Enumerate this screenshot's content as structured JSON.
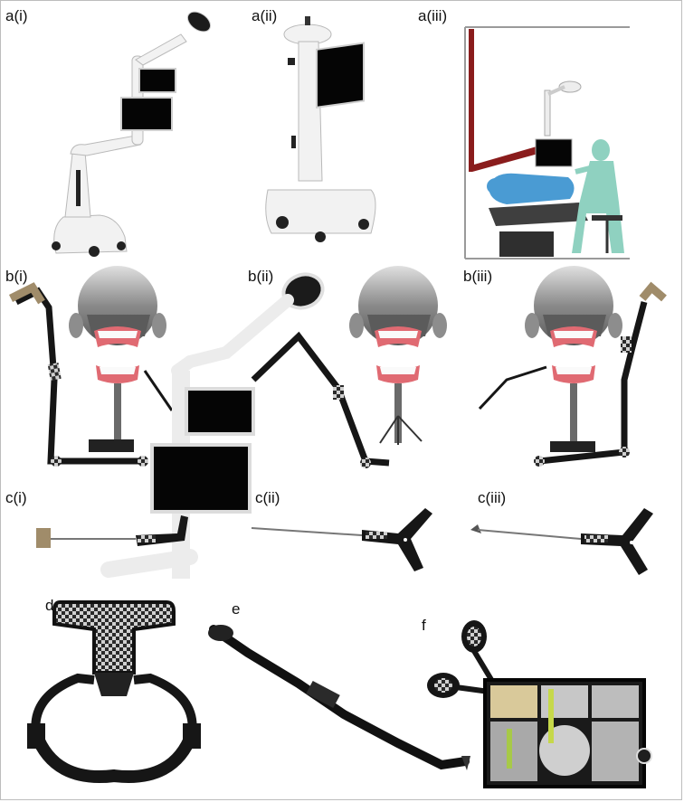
{
  "panels": {
    "a_i": "a(i)",
    "a_ii": "a(ii)",
    "a_iii": "a(iii)",
    "b_i": "b(i)",
    "b_ii": "b(ii)",
    "b_iii": "b(iii)",
    "c_i": "c(i)",
    "c_ii": "c(ii)",
    "c_iii": "c(iii)",
    "d": "d",
    "e": "e",
    "f": "f"
  },
  "colors": {
    "robot_white": "#f2f2f2",
    "robot_outline": "#b9b9b9",
    "screen": "#050505",
    "arm_black": "#161616",
    "marker_light": "#cfcfcf",
    "wall_red": "#8a1c1c",
    "patient_blue": "#4a9bd3",
    "operator_green": "#8fd1c0",
    "chair_grey": "#3f3f3f",
    "helmet_silver": "#9c9c9c",
    "gum_pink": "#e06a72",
    "tan_tip": "#a08c6a"
  },
  "icons": {
    "robot_a_i": "dental-robot-icon",
    "robot_a_ii": "dental-cart-robot-icon",
    "scene_a_iii": "operating-scene-icon",
    "phantom": "dental-phantom-head-icon",
    "tracker_arm": "tracking-arm-icon",
    "probe": "probe-tool-icon",
    "mouth_marker": "intraoral-marker-icon",
    "handpiece": "handpiece-icon",
    "navigation_screen": "navigation-screen-icon"
  }
}
